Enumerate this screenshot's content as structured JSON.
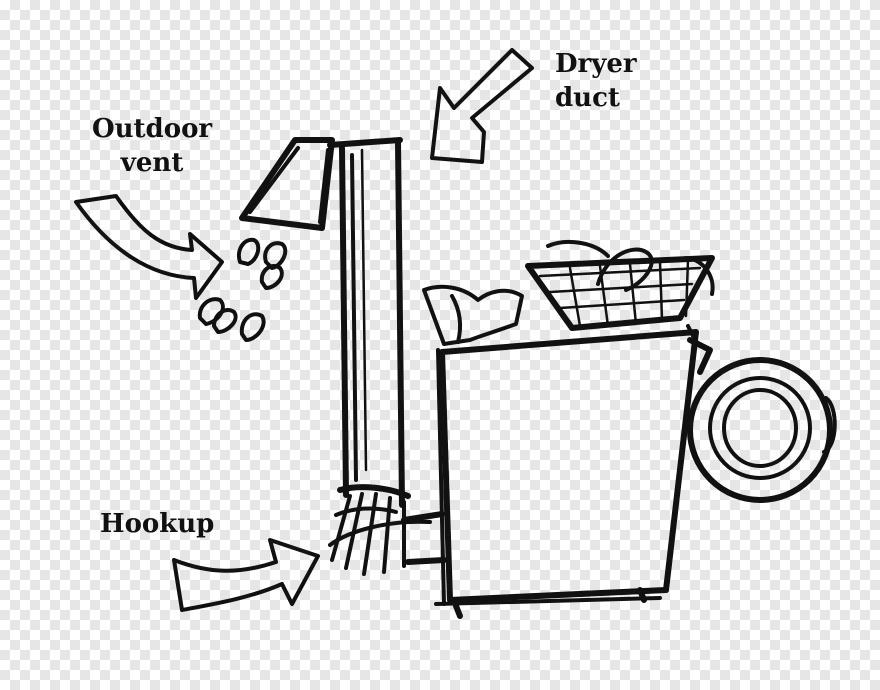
{
  "labels": {
    "dryer_duct_line1": "Dryer",
    "dryer_duct_line2": "duct",
    "outdoor_vent_line1": "Outdoor",
    "outdoor_vent_line2": "vent",
    "hookup": "Hookup"
  },
  "colors": {
    "ink": "#111111",
    "background": "#ffffff"
  }
}
